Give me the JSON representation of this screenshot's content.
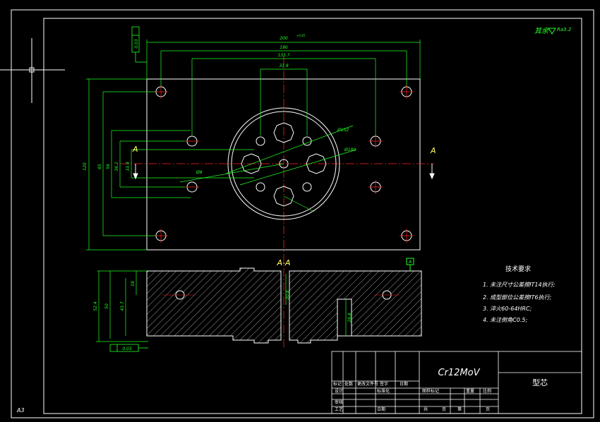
{
  "drawing": {
    "sheet_size": "A3",
    "section_label": "A-A",
    "section_mark": "A",
    "roughness": {
      "prefix": "其余",
      "value": "Ra3.2"
    },
    "material": "Cr12MoV",
    "part_name": "型芯",
    "datum_ref": "A",
    "dims": {
      "top_width": "200",
      "top_tol": "+0.05",
      "d190": "190",
      "d133": "133.7",
      "d33": "33.9",
      "d85": "85",
      "d56": "56",
      "d36": "36.2",
      "d33v": "33.9",
      "v120": "120",
      "dia152": "Ø152",
      "dia180": "Ø180",
      "dia8": "Ø8",
      "h524": "52.4",
      "h50": "50",
      "h437": "43.7",
      "h18": "18",
      "c2": "30.8",
      "c3": "28.8",
      "flat_box": "0.03",
      "perp_box": "0.03"
    },
    "tech_req": {
      "title": "技术要求",
      "items": [
        "1. 未注尺寸公差按IT14执行;",
        "2. 成型部位公差按IT6执行;",
        "3. 淬火60-64HRC;",
        "4. 未注倒角C0.5;"
      ]
    },
    "title_block": {
      "row1": [
        "标记",
        "处数",
        "更改文件号",
        "签字",
        "日期"
      ],
      "row2": [
        "设计",
        "",
        "标准化",
        "",
        ""
      ],
      "row3": [
        "审核",
        "",
        "",
        "",
        ""
      ],
      "row4": [
        "工艺",
        "",
        "日期",
        "",
        ""
      ],
      "stage": [
        "图样标记",
        "重量",
        "比例"
      ],
      "sheet": [
        "共",
        "页",
        "第",
        "页"
      ]
    }
  }
}
